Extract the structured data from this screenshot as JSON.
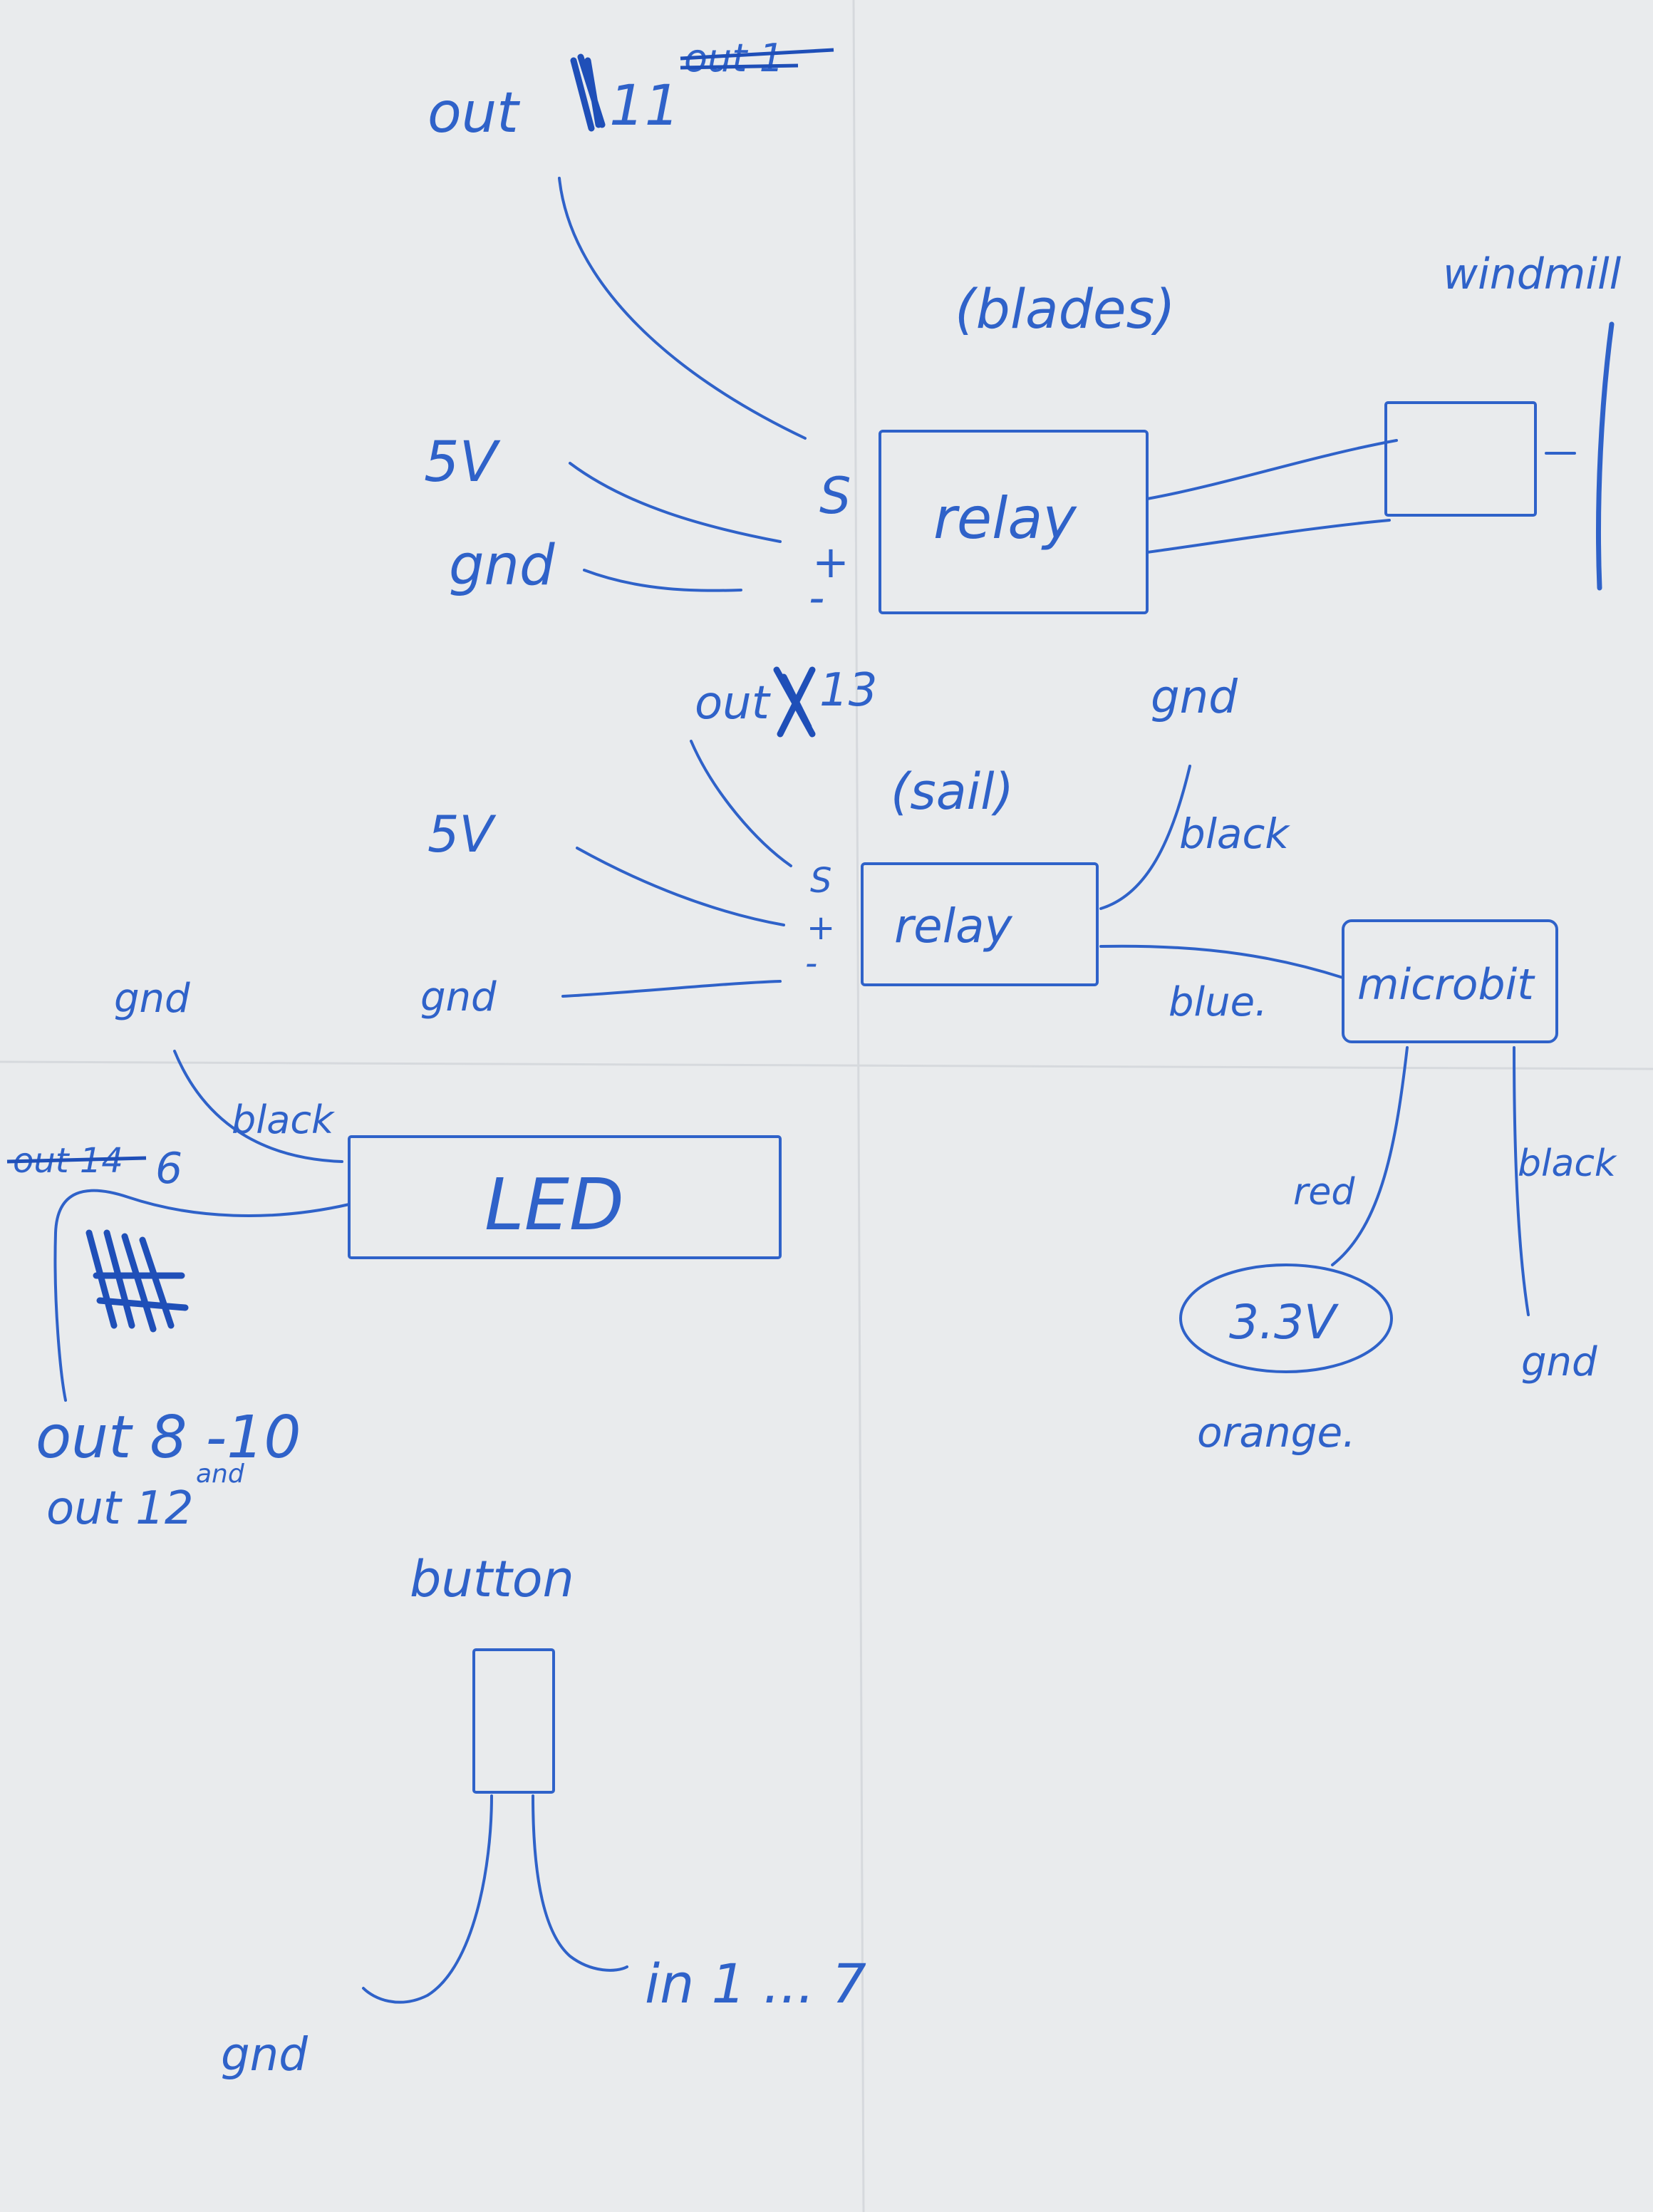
{
  "colors": {
    "paper": "#e9ebed",
    "ink": "#2f62c9"
  },
  "blades_relay": {
    "out_label": "out",
    "out_value": "11",
    "out_crossed": "out 1",
    "title": "(blades)",
    "box": "relay",
    "pin_s": "S",
    "pin_plus": "+",
    "pin_minus": "-",
    "supply_5v": "5V",
    "supply_gnd": "gnd"
  },
  "windmill": {
    "label": "windmill"
  },
  "sail_relay": {
    "out_label": "out",
    "out_value": "13",
    "title": "(sail)",
    "box": "relay",
    "pin_s": "S",
    "pin_plus": "+",
    "pin_minus": "-",
    "supply_5v": "5V",
    "supply_gnd": "gnd",
    "right_gnd": "gnd",
    "wire_black": "black",
    "wire_blue": "blue."
  },
  "microbit": {
    "box": "microbit",
    "wire_red": "red",
    "wire_black": "black",
    "supply_3v3": "3.3V",
    "orange": "orange.",
    "gnd": "gnd"
  },
  "led": {
    "box": "LED",
    "gnd": "gnd",
    "wire_black": "black",
    "pin": "6",
    "pin_crossed": "out 14",
    "out_range": "out 8 -10",
    "and": "and",
    "out_12": "out 12"
  },
  "button": {
    "label": "button",
    "gnd": "gnd",
    "input": "in 1 ... 7"
  }
}
